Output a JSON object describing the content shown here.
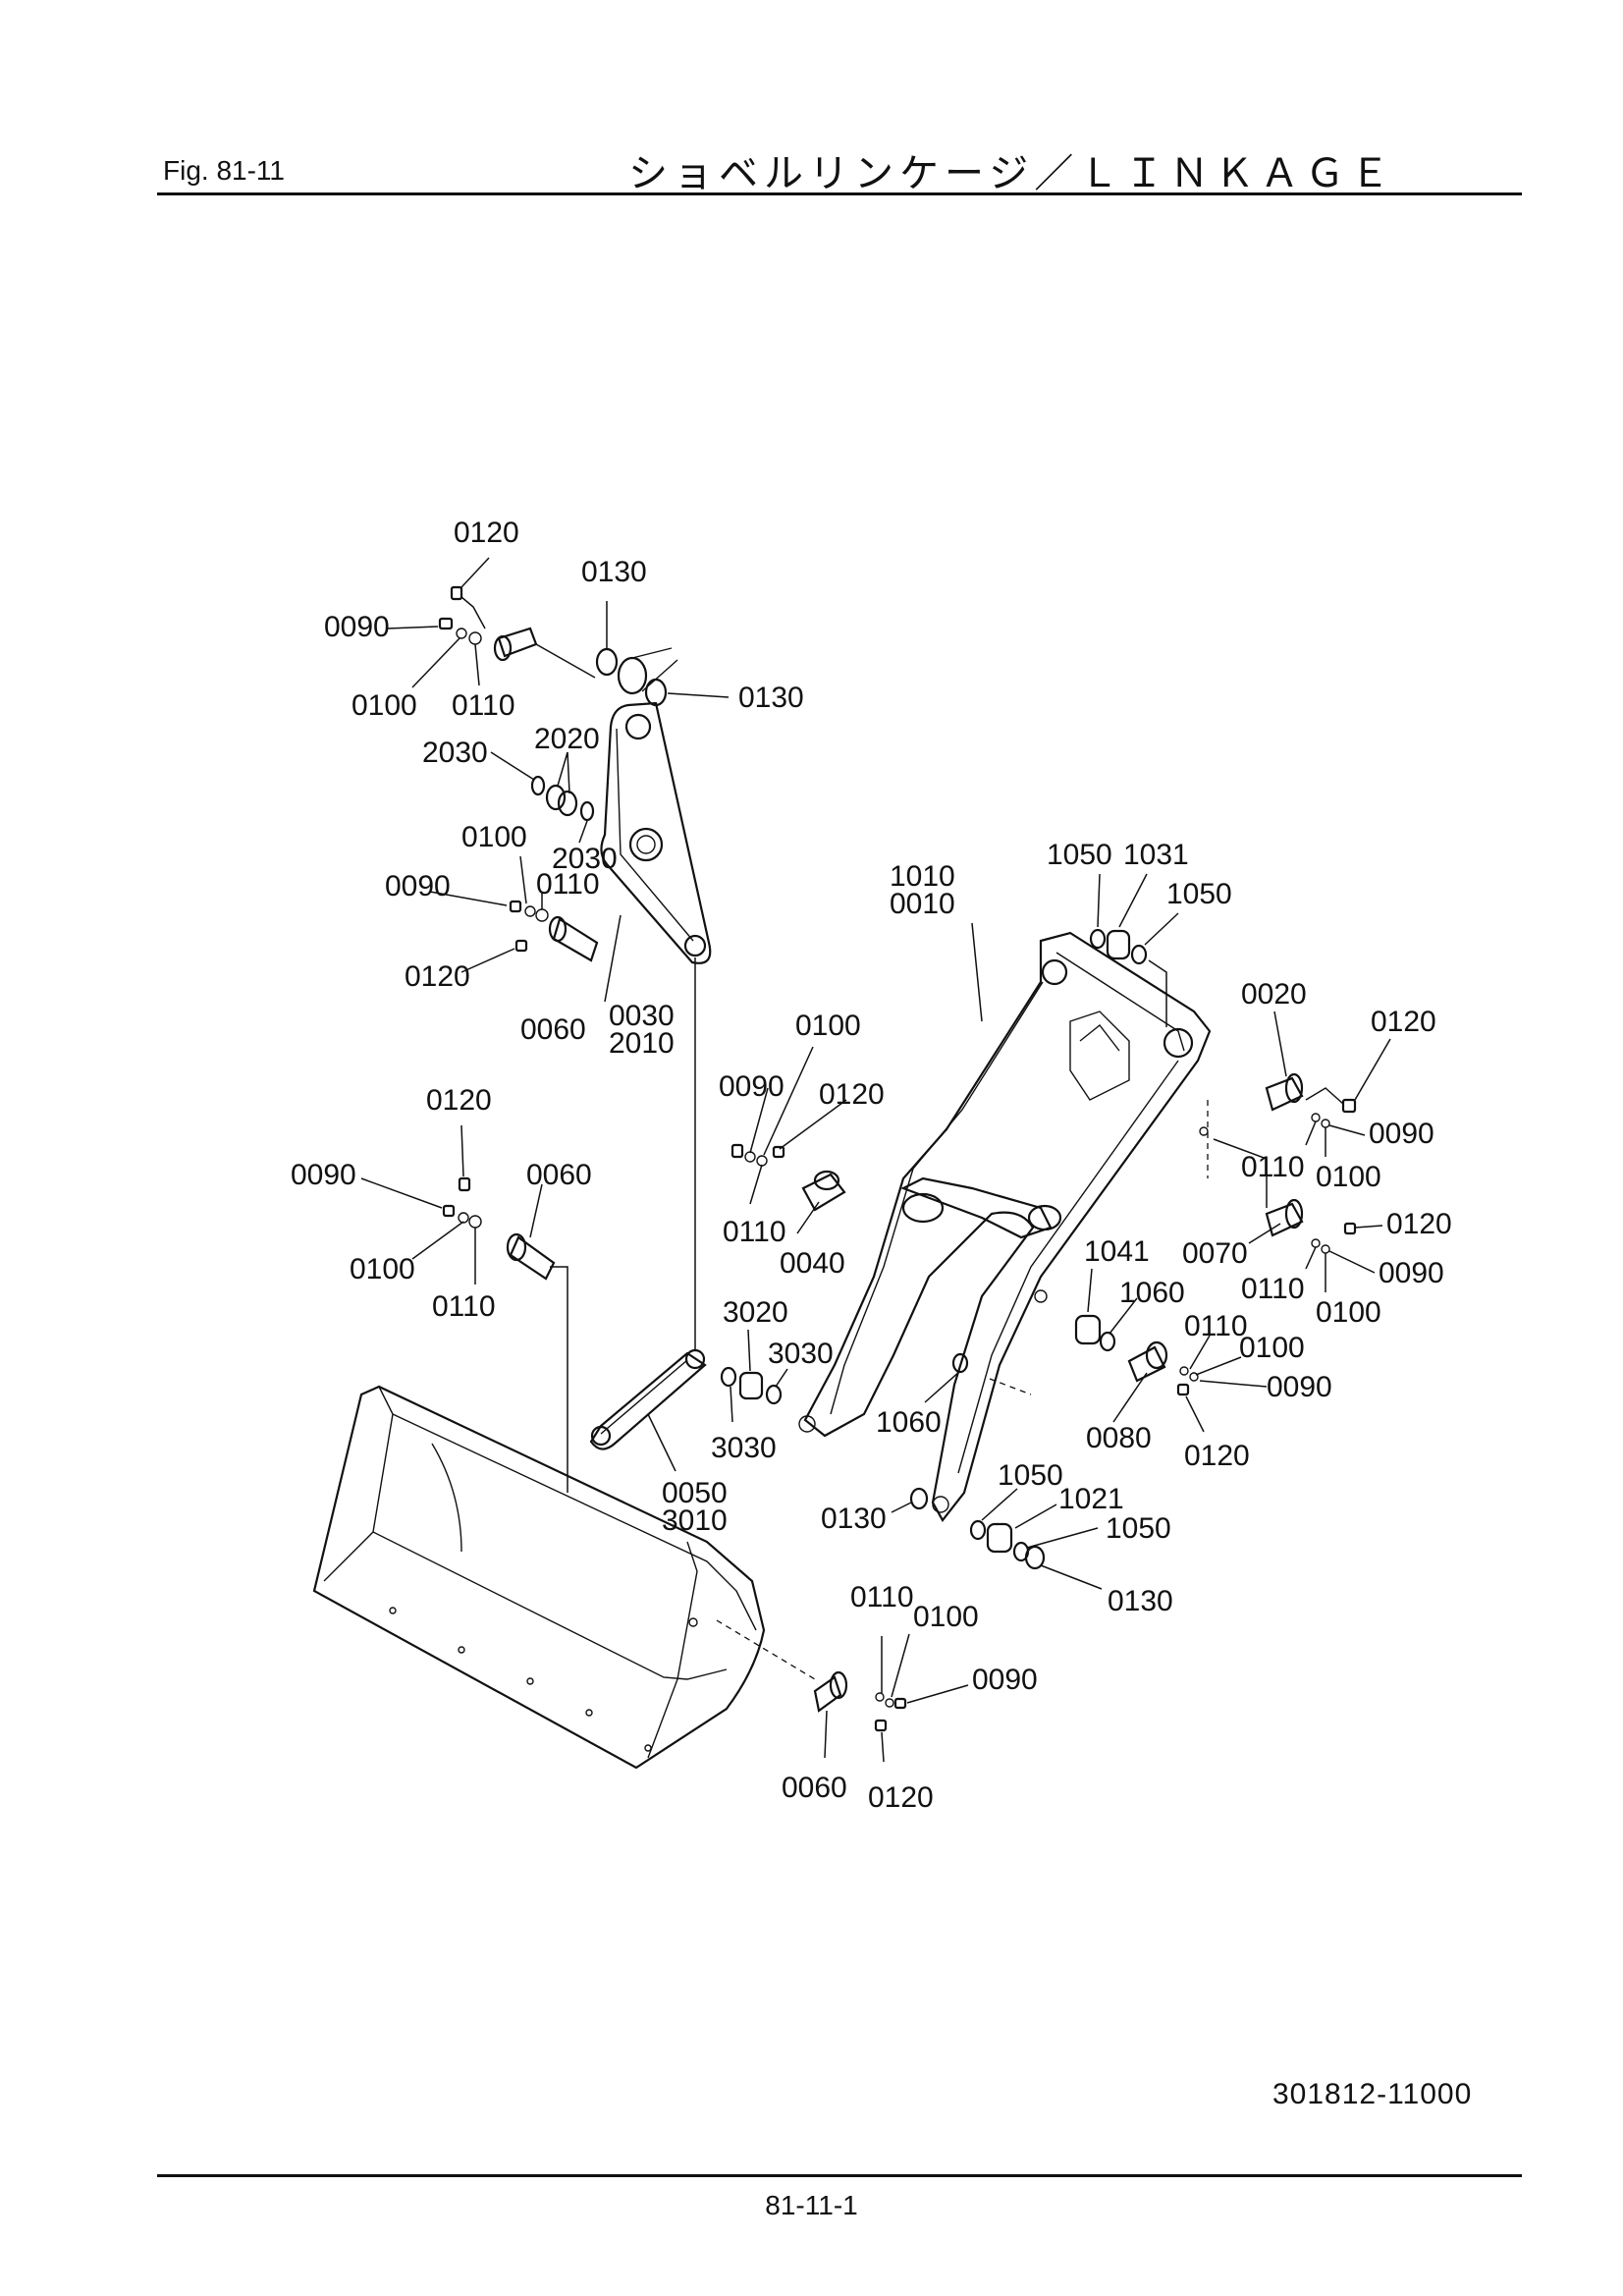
{
  "header": {
    "fig_label": "Fig. 81-11",
    "title": "ショベルリンケージ／ＬＩＮＫＡＧＥ"
  },
  "callouts": {
    "c0120_top": "0120",
    "c0130_top": "0130",
    "c0090_top": "0090",
    "c0100_top": "0100",
    "c0110_top": "0110",
    "c0130_right_top": "0130",
    "c2030_a": "2030",
    "c2020": "2020",
    "c2030_b": "2030",
    "c0100_mid": "0100",
    "c0110_mid": "0110",
    "c0090_mid": "0090",
    "c0120_mid": "0120",
    "c0060_mid": "0060",
    "c0030": "0030",
    "c2010": "2010",
    "c1010": "1010",
    "c0010": "0010",
    "c1050_a": "1050",
    "c1031": "1031",
    "c1050_b": "1050",
    "c0020": "0020",
    "c0120_r1": "0120",
    "c0090_r1": "0090",
    "c0110_r1": "0110",
    "c0100_r1": "0100",
    "c0120_r2": "0120",
    "c0070": "0070",
    "c0090_r2": "0090",
    "c0110_r2": "0110",
    "c0100_r2": "0100",
    "c0100_c": "0100",
    "c0090_c": "0090",
    "c0120_c": "0120",
    "c0110_c": "0110",
    "c0040": "0040",
    "c0120_left": "0120",
    "c0090_left": "0090",
    "c0060_left": "0060",
    "c0100_left": "0100",
    "c0110_left": "0110",
    "c3020": "3020",
    "c3030_a": "3030",
    "c3030_b": "3030",
    "c0050": "0050",
    "c3010": "3010",
    "c1041": "1041",
    "c1060_a": "1060",
    "c0110_r3": "0110",
    "c0100_r3": "0100",
    "c0090_r3": "0090",
    "c0080": "0080",
    "c0120_r3": "0120",
    "c1060_b": "1060",
    "c1050_c": "1050",
    "c1021": "1021",
    "c1050_d": "1050",
    "c0130_lower_left": "0130",
    "c0130_lower_right": "0130",
    "c0110_bottom": "0110",
    "c0100_bottom": "0100",
    "c0090_bottom": "0090",
    "c0060_bottom": "0060",
    "c0120_bottom": "0120"
  },
  "footer": {
    "doc_number": "301812-11000",
    "page_number": "81-11-1"
  }
}
